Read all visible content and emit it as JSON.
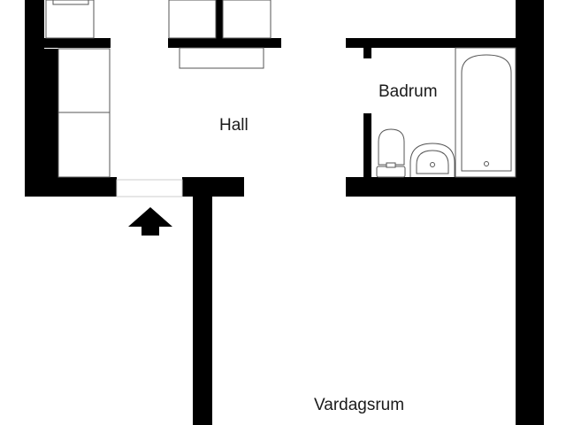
{
  "rooms": {
    "hall": "Hall",
    "bathroom": "Badrum",
    "living_room": "Vardagsrum"
  },
  "icons": {
    "entrance": "arrow-up-icon"
  },
  "colors": {
    "wall": "#000000",
    "fixture_stroke": "#555555",
    "background": "#ffffff"
  }
}
